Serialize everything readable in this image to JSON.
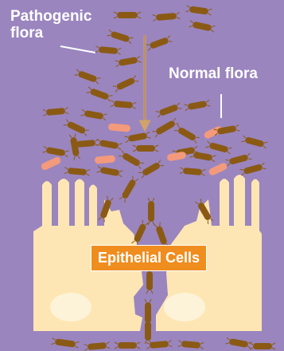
{
  "labels": {
    "pathogenic_line1": "Pathogenic",
    "pathogenic_line2": "flora",
    "normal_flora": "Normal flora",
    "epithelial_cells": "Epithelial Cells"
  },
  "colors": {
    "background": "#9a85bf",
    "pathogenic_bacterium": "#8a5a14",
    "normal_bacterium": "#f29a7b",
    "epithelial_cell": "#fde6b3",
    "nucleus": "#fdf3d9",
    "label_box": "#ef8d1f",
    "arrow": "#cfa36a",
    "text": "#ffffff"
  },
  "icons": [
    "pathogenic-bacterium-icon",
    "normal-bacterium-icon",
    "epithelial-cell-icon",
    "nucleus-icon",
    "downward-arrow-icon"
  ]
}
